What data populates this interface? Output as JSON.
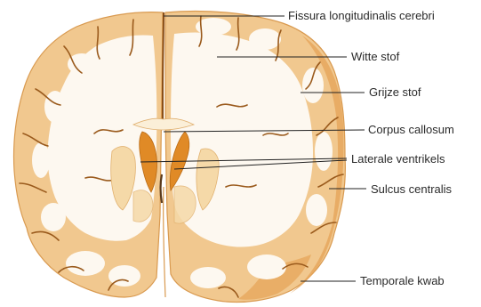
{
  "labels": {
    "fissura": "Fissura longitudinalis cerebri",
    "witte_stof": "Witte stof",
    "grijze_stof": "Grijze stof",
    "corpus_callosum": "Corpus callosum",
    "laterale_ventrikels": "Laterale ventrikels",
    "sulcus_centralis": "Sulcus centralis",
    "temporale_kwab": "Temporale kwab"
  },
  "colors": {
    "grey_matter": "#f1c88f",
    "grey_matter_dark": "#e6a55a",
    "white_matter": "#fdf8f0",
    "sulcus_line": "#9a5a1c",
    "ventricle": "#e08a26",
    "leader_line": "#222222"
  }
}
